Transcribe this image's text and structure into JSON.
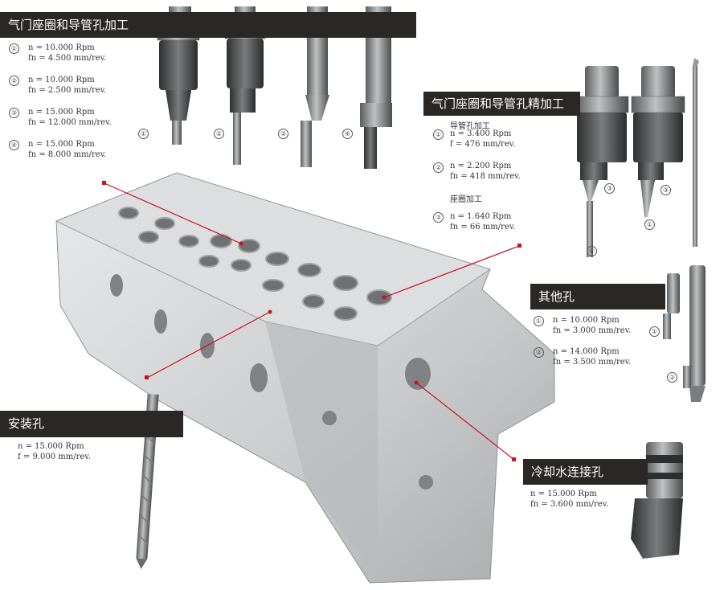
{
  "sections": {
    "valve_seat": {
      "title": "气门座圈和导管孔加工",
      "items": [
        {
          "num": "①",
          "line1": "n = 10.000 Rpm",
          "line2": "fn = 4.500 mm/rev."
        },
        {
          "num": "②",
          "line1": "n = 10.000 Rpm",
          "line2": "fn = 2.500 mm/rev."
        },
        {
          "num": "③",
          "line1": "n = 15.000 Rpm",
          "line2": "fn = 12.000 mm/rev."
        },
        {
          "num": "④",
          "line1": "n = 15.000 Rpm",
          "line2": "fn = 8.000 mm/rev."
        }
      ],
      "tool_labels": [
        "①",
        "②",
        "③",
        "④"
      ]
    },
    "finish": {
      "title": "气门座圈和导管孔精加工",
      "sub1": "导管孔加工",
      "items_a": [
        {
          "num": "①",
          "line1": "n = 3.400 Rpm",
          "line2": "f = 476 mm/rev."
        },
        {
          "num": "②",
          "line1": "n = 2.200 Rpm",
          "line2": "fn = 418 mm/rev."
        }
      ],
      "sub2": "座圈加工",
      "items_b": [
        {
          "num": "③",
          "line1": "n = 1.640 Rpm",
          "line2": "fn = 66 mm/rev."
        }
      ],
      "tool_labels": [
        "③",
        "①",
        "③",
        "①"
      ]
    },
    "other": {
      "title": "其他孔",
      "items": [
        {
          "num": "①",
          "line1": "n = 10.000 Rpm",
          "line2": "fn = 3.000 mm/rev."
        },
        {
          "num": "②",
          "line1": "n = 14.000 Rpm",
          "line2": "fn = 3.500 mm/rev."
        }
      ],
      "tool_labels": [
        "①",
        "②"
      ]
    },
    "mounting": {
      "title": "安装孔",
      "line1": "n = 15.000 Rpm",
      "line2": "f = 9.000 mm/rev."
    },
    "coolant": {
      "title": "冷却水连接孔",
      "line1": "n = 15.000 Rpm",
      "line2": "fn = 3.600 mm/rev."
    }
  },
  "colors": {
    "banner": "#2b2724",
    "leader": "#cc1122",
    "metal": "#cfd1d3"
  }
}
